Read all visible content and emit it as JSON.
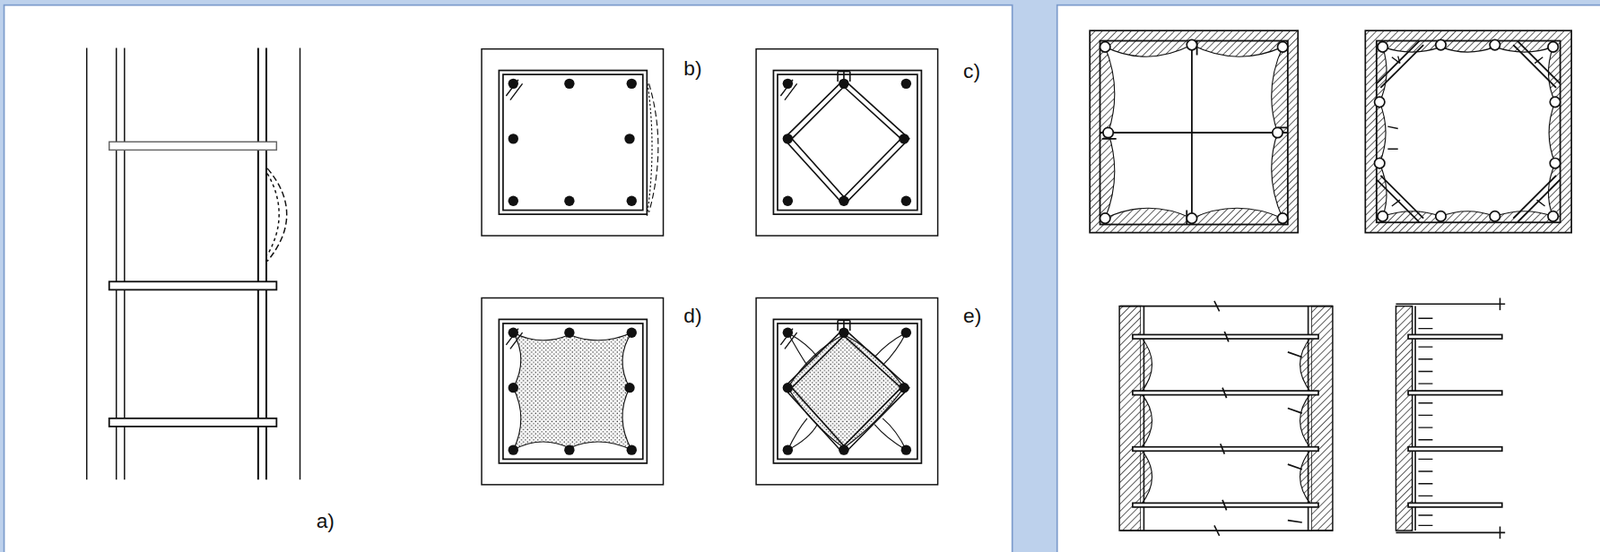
{
  "diagram": {
    "labels": [
      "b)",
      "c)",
      "d)",
      "e)",
      "a)"
    ]
  }
}
